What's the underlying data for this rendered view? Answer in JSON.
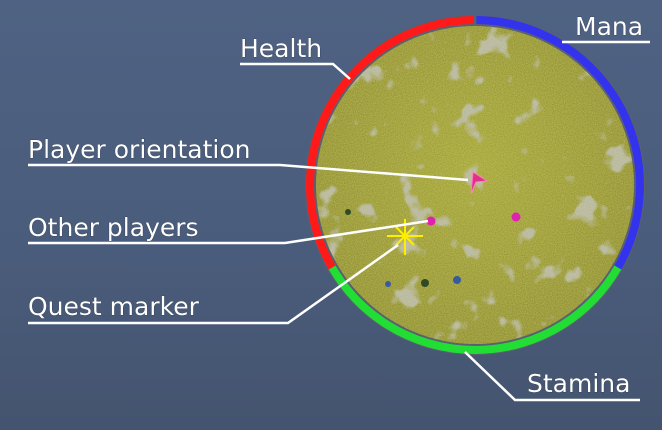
{
  "labels": {
    "health": "Health",
    "mana": "Mana",
    "player_orientation": "Player orientation",
    "other_players": "Other players",
    "quest_marker": "Quest marker",
    "stamina": "Stamina"
  },
  "colors": {
    "health": "#ff1a1a",
    "mana": "#3333ee",
    "stamina": "#22dd33",
    "map": "#8a8a2a",
    "player": "#e0308a",
    "other_players": "#e020b0",
    "quest_marker": "#ffee00"
  },
  "icons": [
    "minimap",
    "player-arrow-icon",
    "other-player-dot-icon",
    "quest-star-icon"
  ]
}
